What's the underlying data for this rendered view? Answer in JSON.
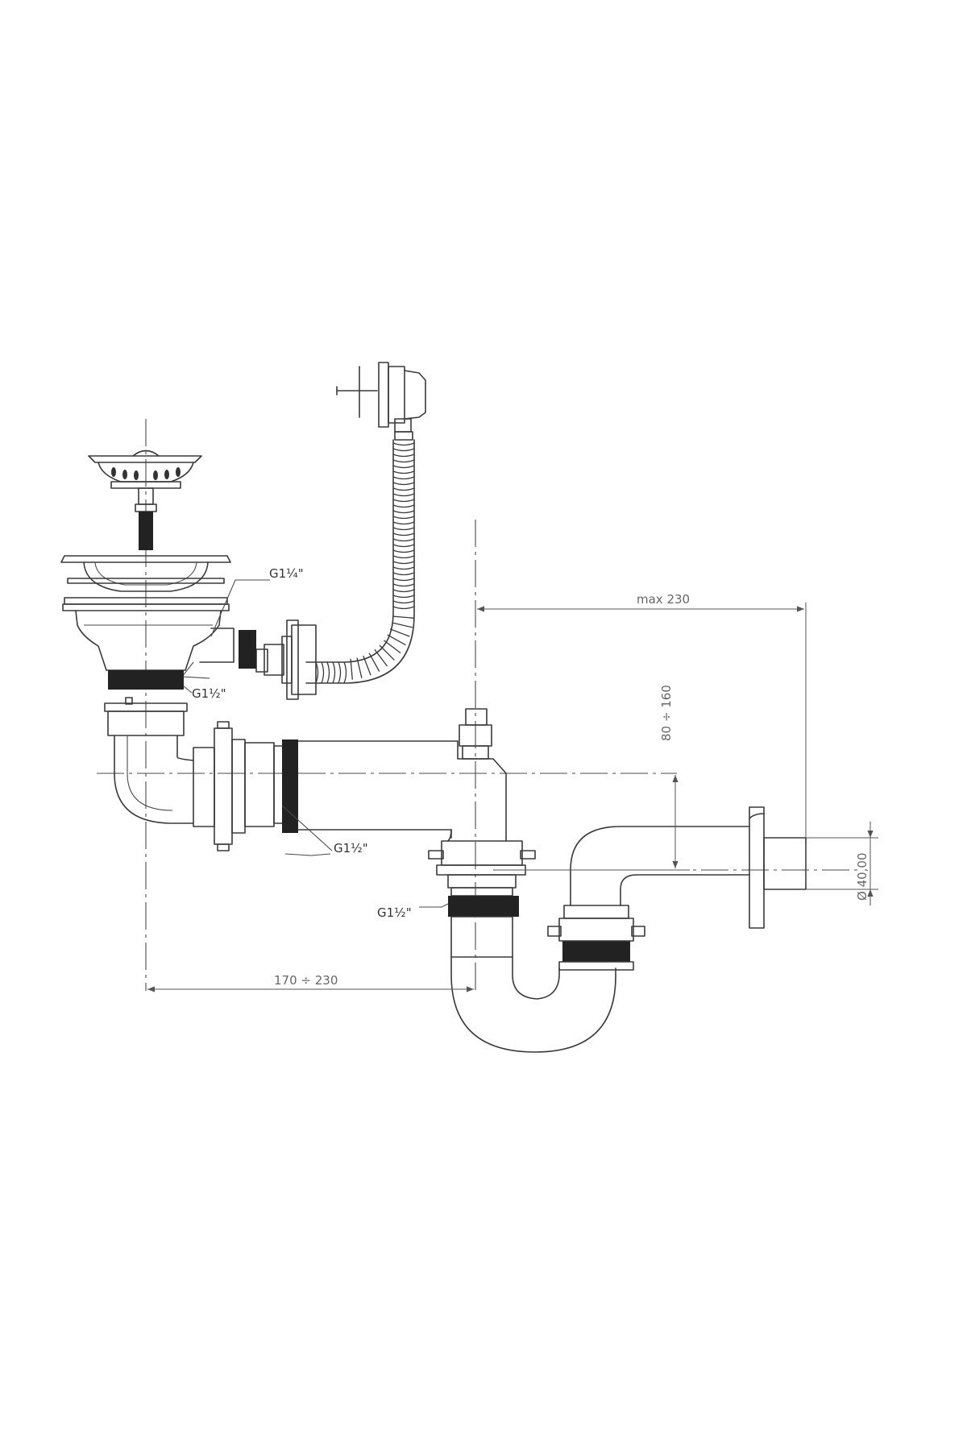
{
  "labels": {
    "basket_thread": "G1¼\"",
    "basket_outlet_thread": "G1½\"",
    "arm_thread": "G1½\"",
    "trap_thread": "G1½\""
  },
  "dimensions": {
    "horizontal_reach": "max 230",
    "distance_basket_to_trap": "170 ÷ 230",
    "height_adjust": "80 ÷ 160",
    "outlet_diameter": "Ø 40,00"
  },
  "colors": {
    "line": "#3a3a3a",
    "dimension": "#666666"
  }
}
